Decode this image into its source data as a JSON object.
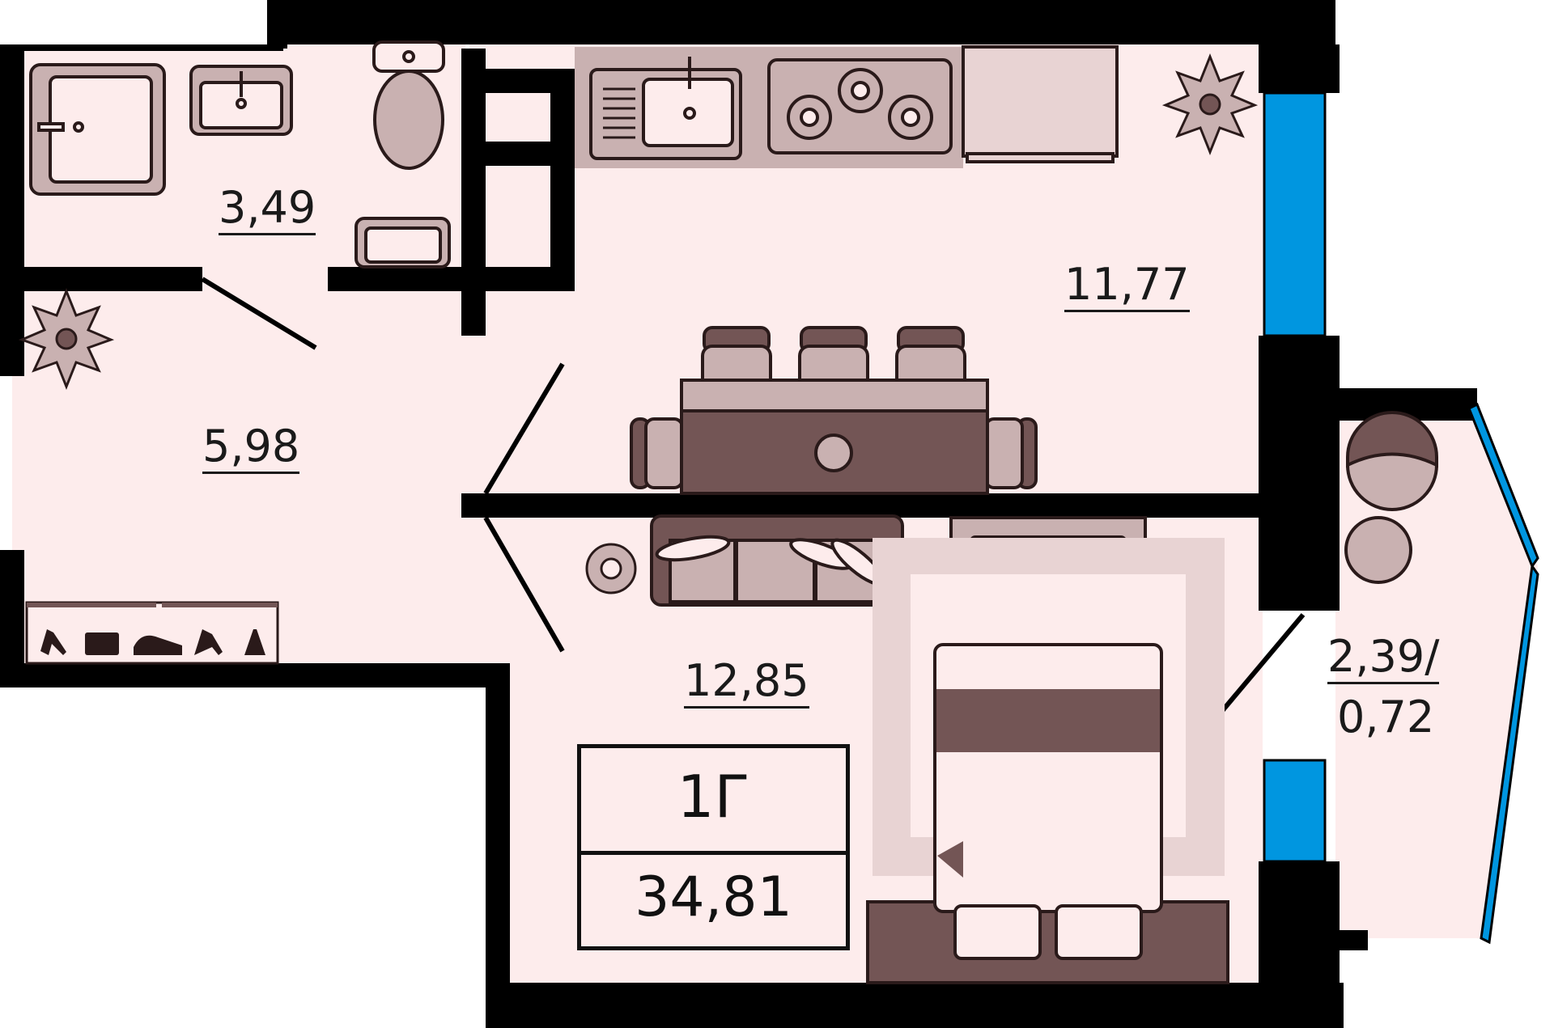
{
  "rooms": [
    {
      "id": "bathroom",
      "area": "3,49"
    },
    {
      "id": "hall",
      "area": "5,98"
    },
    {
      "id": "kitchen",
      "area": "11,77"
    },
    {
      "id": "living",
      "area": "12,85"
    },
    {
      "id": "balcony",
      "area_line1": "2,39/",
      "area_line2": "0,72"
    }
  ],
  "apartment": {
    "type": "1Г",
    "total_area": "34,81"
  },
  "colors": {
    "floor": "#fdecec",
    "wall": "#000000",
    "furniture": "#c9b1b1",
    "furniture_dark": "#735555",
    "window": "#0096e0"
  }
}
